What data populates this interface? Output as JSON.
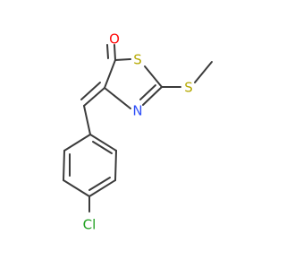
{
  "molecule": {
    "atoms": {
      "oxygen": "O",
      "ring_sulfur": "S",
      "thioether_sulfur": "S",
      "nitrogen": "N",
      "chlorine": "Cl"
    },
    "colors": {
      "bond": "#3b3b3b",
      "oxygen": "#ff0d0d",
      "sulfur": "#b5a800",
      "nitrogen": "#3050f8",
      "chlorine": "#1fa01f"
    }
  }
}
